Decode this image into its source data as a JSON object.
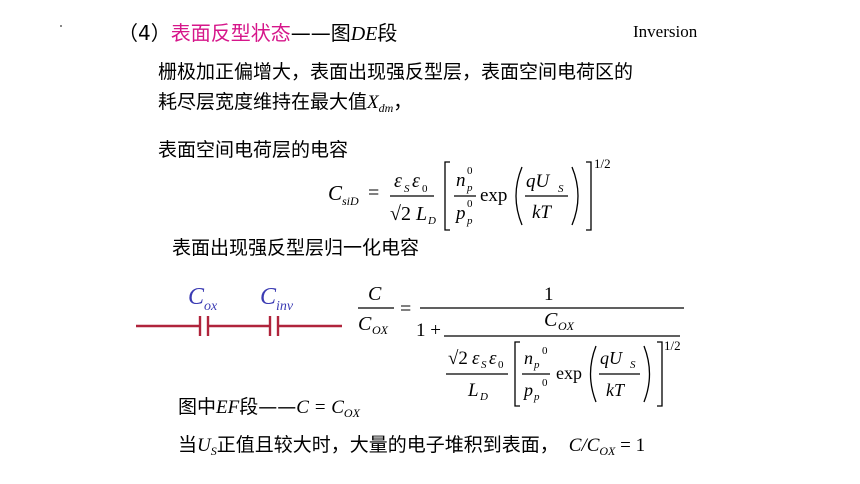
{
  "slide": {
    "heading_num": "（4）",
    "heading_title": "表面反型状态",
    "heading_tail": "——图",
    "heading_seg": "DE",
    "heading_end": "段",
    "tag": "Inversion",
    "para1_line1": "栅极加正偏增大，表面出现强反型层，表面空间电荷区的",
    "para1_line2": "耗尽层宽度维持在最大值",
    "para1_var": "X",
    "para1_var_sub": "dm",
    "para1_end": "，",
    "para2": "表面空间电荷层的电容",
    "para3": "表面出现强反型层归一化电容",
    "ef_prefix": "图中",
    "ef_seg": "EF",
    "ef_mid": "段——",
    "ef_formula": "C = C",
    "ef_sub": "OX",
    "last_prefix": "当",
    "last_var": "U",
    "last_var_sub": "S",
    "last_mid": "正值且较大时，大量的电子堆积到表面，",
    "last_formula": "C/C",
    "last_sub": "OX",
    "last_end": " = 1",
    "circuit": {
      "cox_label": "C",
      "cox_sub": "ox",
      "cinv_label": "C",
      "cinv_sub": "inv",
      "wire_color": "#b0243c",
      "label_color": "#3b3bb3"
    },
    "formula1": {
      "lhs": "C",
      "lhs_sub": "siD",
      "eq": "=",
      "num": "ε",
      "num_sub_s": "S",
      "num_eps0": "ε",
      "num_sub_0": "0",
      "den_sqrt": "√2",
      "den_L": "L",
      "den_L_sub": "D",
      "np": "n",
      "np_sub": "p",
      "np_sup": "0",
      "pp": "p",
      "pp_sub": "p",
      "pp_sup": "0",
      "exp": "exp",
      "qU": "qU",
      "qU_sub": "S",
      "kT": "kT",
      "power": "1/2"
    },
    "formula2": {
      "lhs_num": "C",
      "lhs_den": "C",
      "lhs_den_sub": "OX",
      "eq": "=",
      "one": "1",
      "one_plus": "1 +",
      "cox": "C",
      "cox_sub": "OX",
      "sqrt2": "√2",
      "eps": "ε",
      "eps_sub_s": "S",
      "eps0": "ε",
      "eps0_sub": "0",
      "L": "L",
      "L_sub": "D",
      "np": "n",
      "np_sub": "p",
      "np_sup": "0",
      "pp": "p",
      "pp_sub": "p",
      "pp_sup": "0",
      "exp": "exp",
      "qU": "qU",
      "qU_sub": "S",
      "kT": "kT",
      "power": "1/2"
    }
  }
}
